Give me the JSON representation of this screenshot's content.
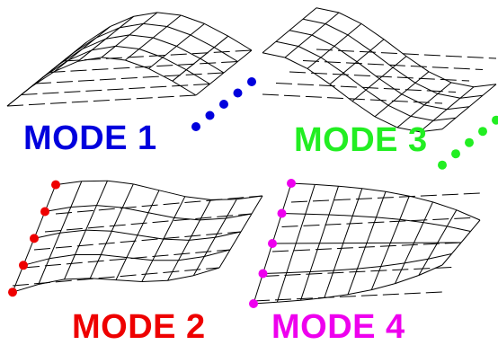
{
  "panels": [
    {
      "label": "MODE 1",
      "color": "#0000dd"
    },
    {
      "label": "MODE 3",
      "color": "#22ee22"
    },
    {
      "label": "MODE 2",
      "color": "#ee0000"
    },
    {
      "label": "MODE 4",
      "color": "#ee00ee"
    }
  ],
  "line_color": "#000000"
}
